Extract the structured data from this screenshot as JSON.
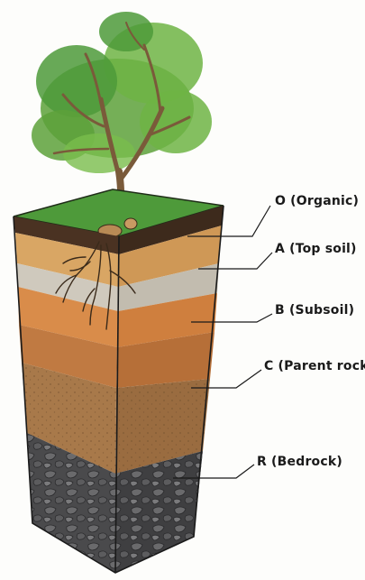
{
  "labels": {
    "o": "O (Organic)",
    "a": "A (Top soil)",
    "b": "B (Subsoil)",
    "c": "C (Parent rock)",
    "r": "R (Bedrock)"
  },
  "colors": {
    "grass": "#4e9a3a",
    "organic": "#4a3222",
    "topsoil": "#d9a664",
    "eluvial": "#cfc9bd",
    "subsoil": "#d98c4a",
    "parent_rock": "#a8794a",
    "bedrock": "#4a4a4c",
    "foliage": "#5da13a",
    "trunk": "#7a5a3a"
  }
}
